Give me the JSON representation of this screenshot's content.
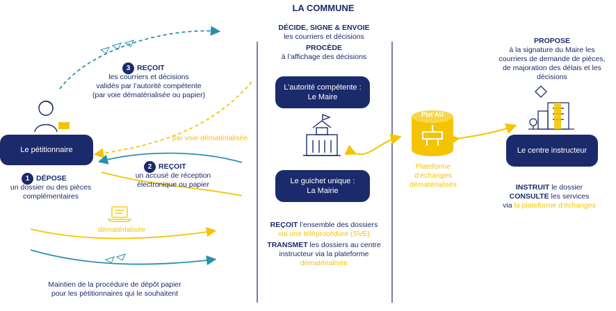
{
  "title": "LA COMMUNE",
  "center_top": {
    "line1": "DÉCIDE, SIGNE & ENVOIE",
    "line2": "les courriers et décisions",
    "line3": "PROCÈDE",
    "line4": "à l’affichage des décisions"
  },
  "autorite": {
    "line1": "L’autorité compétente :",
    "line2": "Le Maire"
  },
  "guichet": {
    "line1": "Le guichet unique :",
    "line2": "La Mairie"
  },
  "center_bottom": {
    "recoit_bold": "REÇOIT",
    "recoit_rest": " l’ensemble des dossiers",
    "via_sve": "via une téléprocédure (SVE)",
    "transmet_bold": "TRANSMET",
    "transmet_rest": " les dossiers au centre",
    "line_instructeur": "instructeur via la plateforme",
    "dematerialisee": "dématérialisée"
  },
  "propose": {
    "title": "PROPOSE",
    "line1": "à la signature du Maire les",
    "line2": "courriers de demande de pièces,",
    "line3": "de majoration des délais et les",
    "line4": "décisions"
  },
  "platau": {
    "logo": "Plat’AU",
    "line1": "Plateforme",
    "line2": "d’échanges",
    "line3": "dématérialisés"
  },
  "centre_instructeur": "Le centre instructeur",
  "instruit": {
    "bold1": "INSTRUIT",
    "rest1": " le dossier",
    "bold2": "CONSULTE",
    "rest2": " les services",
    "via": "via ",
    "via_yellow": "la plateforme d’échanges"
  },
  "petitionnaire": "Le pétitionnaire",
  "step1": {
    "num": "1",
    "title": "DÉPOSE",
    "line1": "un dossier ou des pièces",
    "line2": "complémentaires"
  },
  "step2": {
    "num": "2",
    "title": "REÇOIT",
    "line1": "un accusé de réception",
    "line2": "électronique ou papier"
  },
  "step3": {
    "num": "3",
    "title": "REÇOIT",
    "line1": "les courriers et décisions",
    "line2": "validés par l’autorité compétente",
    "line3": "(par voie dématérialisée ou papier)"
  },
  "par_voie": "par voie dématérialisée",
  "dematerialisee_label": "dématérialisée",
  "maintien": {
    "line1": "Maintien de la procédure de dépôt papier",
    "line2": "pour les pétitionnaires qui le souhaitent"
  },
  "colors": {
    "navy": "#1b2a6b",
    "yellow": "#f5c400",
    "teal": "#2a8fae"
  }
}
